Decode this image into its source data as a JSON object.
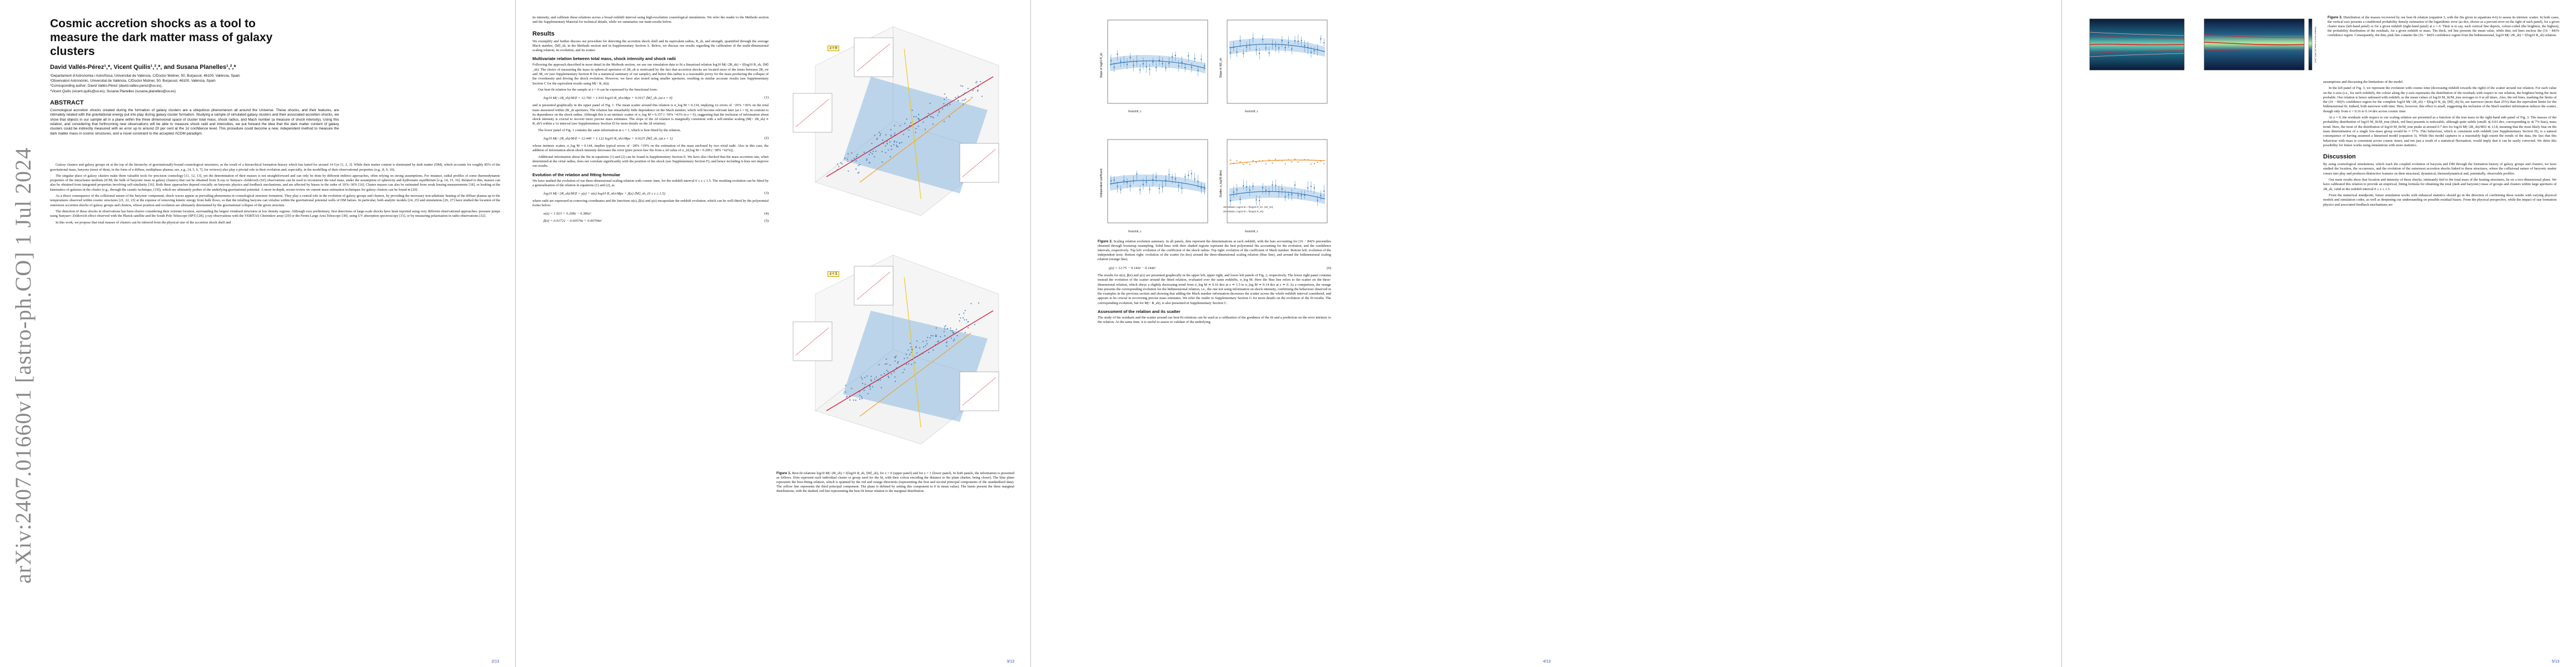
{
  "arxiv_stamp": "arXiv:2407.01660v1  [astro-ph.CO]  1 Jul 2024",
  "page2": {
    "title": "Cosmic accretion shocks as a tool to measure the dark matter mass of galaxy clusters",
    "authors": "David Vallés-Pérez¹,*, Vicent Quilis¹,²,*, and Susana Planelles¹,²,*",
    "affiliations": [
      "¹Departament d'Astronomia i Astrofísica, Universitat de València, C/Doctor Moliner, 50, Burjassot, 46100, València, Spain",
      "²Observatori Astronòmic, Universitat de València, C/Doctor Moliner, 50, Burjassot, 46100, València, Spain",
      "*Corresponding author: David Vallés-Pérez (david.valles-perez@uv.es),",
      "*Vicent Quilis (vicent.quilis@uv.es), Susana Planelles (susana.planelles@uv.es)"
    ],
    "abstract_heading": "ABSTRACT",
    "abstract": "Cosmological accretion shocks created during the formation of galaxy clusters are a ubiquitous phenomenon all around the Universe. These shocks, and their features, are intimately related with the gravitational energy put into play during galaxy cluster formation. Studying a sample of simulated galaxy clusters and their associated accretion shocks, we show that objects in our sample all in a plane within the three dimensional space of cluster total mass, shock radius, and Mach number (a measure of shock intensity). Using this relation, and considering that forthcoming new observations will be able to measure shock radii and intensities, we put forward the idea that the dark matter content of galaxy clusters could be indirectly measured with an error up to around 20 per cent at the 1σ confidence level. This procedure could become a new, independent method to measure the dark matter mass in cosmic structures, and a novel constraint to the accepted ΛCDM paradigm.",
    "paragraphs": [
      "Galaxy clusters and galaxy groups sit at the top of the hierarchy of gravitationally-bound cosmological structures, as the result of a hierarchical formation history which has lasted for around 14 Gyr [1, 2, 3]. While their matter content is dominated by dark matter (DM), which accounts for roughly 85% of the gravitational mass, baryons (most of them, in the form of a diffuse, multiphase plasma; see, e.g., [4, 5, 6, 7], for reviews) also play a pivotal role in their evolution and, especially, in the modelling of their observational properties (e.g., 8, 9, 10).",
      "The singular place of galaxy clusters make them valuable tools for precision cosmology [11, 12, 13], yet the determination of their masses is not straightforward and can only be done by different indirect approaches, often relying on strong assumptions. For instance, radial profiles of some thermodynamic properties of the intracluster medium (ICM; the bulk of baryonic mass in galaxy clusters) that can be obtained from X-ray or Sunyaev–Zeldovich (SZ) observations can be used to reconstruct the total mass, under the assumption of sphericity and hydrostatic equilibrium [e.g. 14, 15, 16]. Related to this, masses can also be obtained from integrated properties involving self-similarity [16]. Both these approaches depend crucially on baryonic physics and feedback mechanisms, and are affected by biases in the order of 10%–30% [16]. Cluster masses can also be estimated from weak lensing measurements [18], or looking at the kinematics of galaxies in the cluster (e.g., through the caustic technique, [19]), which are ultimately probes of the underlying gravitational potential. A more in-depth, recent review on current mass estimation techniques for galaxy clusters can be found in [20].",
      "As a direct consequence of the collisional nature of the baryonic component, shock waves appear as prevailing phenomena in cosmological structure formation. They play a central role in the evolution of galaxy groups and clusters, by providing the necessary non-adiabatic heating of the diffuse plasma up to the temperatures observed within cosmic structures [21, 22, 23] at the expense of removing kinetic energy from bulk flows, so that the infalling baryons can virialise within the gravitational potential wells of DM haloes. In particular, both analytic models [24, 25] and simulations [26, 27] have studied the location of the outermost accretion shocks of galaxy groups and clusters, whose position and evolution are ultimately determined by the gravitational collapse of the given structure.",
      "The detection of these shocks in observations has been elusive considering their extreme location, surrounding the largest virialised structures at low density regions. Although very preliminary, first detections of large-scale shocks have been reported using very different observational approaches: pressure jumps using Sunyaev–Zeldovich effect observed with the Planck satellite and the South Pole Telescope (SPT) [28], γ-ray observations with the VERITAS Cherenkov array [29] or the Fermi Large Area Telescope [30], using UV absorption spectroscopy [31], or by measuring polarisation in radio observations [32].",
      "In this work, we propose that total masses of clusters can be inferred from the physical size of the accretion shock shell and"
    ],
    "page_number": "2/13"
  },
  "page3": {
    "intro": "its intensity, and calibrate these relations across a broad redshift interval using high-resolution cosmological simulations. We refer the reader to the Methods section and the Supplementary Material for technical details, while we summarise our main results below.",
    "results_heading": "Results",
    "results_intro": "We exemplify and further discuss our procedure for detecting the accretion shock shell and its equivalent radius, R_sh, and strength, quantified through the average Mach number, ⟨M⟩_sh, in the Methods section and in Supplementary Section A. Below, we discuss our results regarding the calibration of the multi-dimensional scaling relation, its evolution, and its scatter.",
    "sub1": "Multivariate relation between total mass, shock intensity and shock radii",
    "sub1_text": [
      "Following the approach described in more detail in the Methods section, we use our simulation data to fit a linearized relation log10 M(<2R_sh) = f(log10 R_sh, ⟨M⟩_sh). The choice of measuring the mass in spherical apertures of 2R_sh is motivated by the fact that accretion shocks are located most of the times between 2R_vir and 3R_vir (see Supplementary Section B for a statistical summary of our sample), and hence this radius is a reasonable proxy for the mass producing the collapse of the overdensity and driving the shock evolution. However, we have also tested using smaller apertures, resulting in similar accurate results (see Supplementary Section C for the equivalent results using M(< R_sh)).",
      "Our best-fit relation for the sample at z = 0 can be expressed by the functional form:"
    ],
    "eq1": "log10 M(<2R_sh)/M⊙ = 12.760 + 1.910 log10 R_sh/cMpc + 0.0117 ⟨M⟩_sh,   (at z = 0)",
    "eq1_num": "(1)",
    "after_eq1": [
      "and is presented graphically in the upper panel of Fig. 1. The mean scatter around this relation is σ_log M = 0.134, implying 1σ errors of −26% +36% on the total mass measured within 2R_sh apertures. The relation has remarkably little dependence on the Mach number, which will become relevant later (at z = 0), in contrast to its dependence on the shock radius. Although this is an intrinsic scatter of σ_log M ≈ 0.157 (−30% +43% in z = 0), suggesting that the inclusion of information about shock intensity is crucial to recover more precise mass estimates. The slope of the 2d relation is marginally consistent with a self-similar scaling (M(< 2R_sh) ∝ R_sh³) within a 1σ interval (see Supplementary Section D for more details on the 2d relation).",
      "The lower panel of Fig. 1 contains the same information at z = 1, which is best-fitted by the relation,"
    ],
    "eq2": "log10 M(<2R_sh)/M⊙ = 12.440 + 1.122 log10 R_sh/cMpc + 0.0225 ⟨M⟩_sh,   (at z = 1)",
    "eq2_num": "(2)",
    "after_eq2": [
      "whose intrinsic scatter, σ_log M = 0.144, implies typical errors of −28% +39% on the estimation of the mass enclosed by two virial radii. Also in this case, the addition of information about shock intensity decreases the error (pure power-law fits from a 2d value of σ_2d,log M = 0.209 (−38% +62%)).",
      "Additional information about the fits in equations (1) and (2) can be found in Supplementary Section E. We have also checked that the mass accretion rate, when determined at the virial radius, does not correlate significantly with the position of the shock (see Supplementary Section F), and hence including it does not improve our results."
    ],
    "sub2": "Evolution of the relation and fitting formulae",
    "sub2_text": "We have studied the evolution of our three-dimensional scaling relation with cosmic time, for the redshift interval 0 ≤ z ≤ 1.5. The resulting evolution can be fitted by a generalisation of the relation in equations (1) and (2), as",
    "eq3": "log10 M(<2R_sh)/M⊙ = γ(z) + α(z) log10 R_sh/cMpc + β(z) ⟨M⟩_sh,   (0 ≤ z ≤ 1.5)",
    "eq3_num": "(3)",
    "after_eq3": "where radii are expressed in comoving coordinates and the functions α(z), β(z) and γ(z) encapsulate the redshift evolution, which can be well-fitted by the polynomial forms below:",
    "eq4": "α(z) = 1.923 + 0.208z − 0.386z²",
    "eq4_num": "(4)",
    "eq5": "β(z) = 0.01721 − 0.00574z + 0.00704z²",
    "eq5_num": "(5)",
    "fig1_caption_label": "Figure 1.",
    "fig1_caption": "Best-fit relations log10 M(<2R_sh) = f(log10 R_sh, ⟨M⟩_sh), for z = 0 (upper panel) and for z = 1 (lower panel). In both panels, the information is presented as follows. Dots represent each individual cluster or group used for the fit, with their colour encoding the distance to the plane (darker, being closer). The blue plane represents the best-fitting relation, which is spanned by the red and orange directions (representing the first and second principal components of the standardised data). The yellow line represents the third principal component. The plane is defined by setting this component to 0 in mean value). The insets present the three marginal distributions, with the dashed, red line representing the best-fit linear relation to the marginal distribution.",
    "panel_z0": "z = 0",
    "panel_z1": "z = 1",
    "page_number": "3/13"
  },
  "page4": {
    "fig2_caption_label": "Figure 2.",
    "fig2_caption": "Scaling relation evolution summary. In all panels, dots represent the determinations at each redshift, with the bars accounting for (16 − 84)% percentiles obtained through bootstrap resampling. Solid lines with their shaded regions represent the best polynomial fits accounting for the evolution, and the confidence intervals, respectively. Top left: evolution of the coefficient of the shock radius. Top right: evolution of the coefficient of Mach number. Bottom left: evolution of the independent term. Bottom right: evolution of the scatter (in dex) around the three-dimensional scaling relation (blue line), and around the bidimensional scaling relation (orange line).",
    "eq6": "γ(z) = 12.75 − 0.143z − 0.144z²",
    "eq6_num": "(6)",
    "para1": "The results for α(z), β(z) and γ(z) are presented graphically in the upper left, upper right, and lower left panels of Fig. 2, respectively. The lower right panel contains instead the evolution of the scatter around the fitted relation, evaluated over the same redshifts, σ_log M. Here the blue line refers to the scatter on the three-dimensional relation, which obeys a slightly decreasing trend from σ_log M ≃ 0.16 dex at z ≃ 1.5 to σ_log M ≃ 0.14 dex at z ≃ 0. As a comparison, the orange line presents the corresponding evolution for the bidimensional relation, i.e., the one not using information on shock intensity, confirming the behaviour observed in the examples in the previous section and showing that adding the Mach number information decreases the scatter across the whole redshift interval considered, and appears to be crucial in recovering precise mass estimates. We refer the reader to Supplementary Section G for more details on the evolution of the fit results. The corresponding evolution, but for M(< R_sh), is also presented in Supplementary Section C.",
    "sub": "Assessment of the relation and its scatter",
    "para2": "The study of the residuals and the scatter around our best-fit relations can be used as a calibration of the goodness of the fit and a prediction on the error intrinsic to the relation. At the same time, it is useful to assess to validate of the underlying",
    "ylabels": [
      "Slope of log10 R_sh",
      "Slope of ⟨M⟩_sh",
      "Independent coefficient",
      "Scatter, σ_log M (dex)"
    ],
    "xlabel": "Redshift, z",
    "legend": [
      "3D relation, log10 M = f(log10 R_sh, ⟨M⟩_sh)",
      "2D relation, log10 M = f(log10 R_sh)"
    ],
    "page_number": "4/13"
  },
  "page5": {
    "colorbar_label": "Relative error in mass (M_fit/M_true)",
    "fig3_caption_label": "Figure 3.",
    "fig3_caption": "Distribution of the masses recovered by our best-fit relation (equation 3, with the fits given in equations 4-6) to assess its intrinsic scatter. In both cases, the vertical axis presents a conditional probability density estimation of the logarithmic error (as dex, shown as a percent error on the right of each panel), for a given cluster mass (left-hand panel) or for a given redshift (right-hand panel) at z = 0. Their is to say, each vertical line depicts, colour-coded (the brightest, the highest), the probability distribution of the residuals, for a given redshift or mass. The thick, red line presents the mean value, while thin, red lines enclose the (16 − 84)% confidence region. Consequently, the thin, pink line contains the (16 − 84)% confidence region from the bidimensional, log10 M(<2R_sh) = f(log10 R_sh) relation.",
    "para1": "assumptions and discussing the limitations of the model.",
    "para2": "In the left panel of Fig. 3, we represent the evolution with cosmic time (decreasing redshift towards the right) of the scatter around our relation. For each value on the x-axis (i.e., for each redshift), the colour along the y-axis represents the distribution of the residuals with respect to our relation, the brightest being the most probable. Our relation is hence unbiased with redshift, as the mean values of log10 M_fit/M_true averages to 0 at all times. Also, the red lines, marking the limits of the (16 − 84)% confidence region for the complete log10 M(<2R_sh) = f(log10 R_sh, ⟨M⟩_sh) fit, are narrower (more than 25%) than the equivalent limits for the bidimensional fit. Indeed, both narrower with time. Here, however, this effect is small, suggesting the inclusion of the Mach number information reduces the scatter, though only from σ = 0.16 to 0.14 dex across cosmic time.",
    "para3": "At z = 0, the residuals with respect to our scaling relation are presented as a function of the true mass in the right-hand side panel of Fig. 3. The masses of the probability distribution of log10 M_fit/M_true (thick, red line) presents is noticeable, although quite subtle (small; ≲ 0.03 dex, corresponding to ≲ 7% bias), mass trend. Here, the most of the distribution of log10 M_fit/M_true peaks at around 0.7 dex for log10 M(<2R_sh)/M⊙ ≲ 13.8, meaning that the most likely bias on the mass determination of a single low-mass group would be ≈ 17%. This behaviour, which is consistent with redshift (see Supplementary Section H), is a natural consequence of having assumed a linearised model (equation 3). While this model captures to a reasonably high extent the trends of the data, the fact that this behaviour with mass is consistent across cosmic times, and not just a result of a statistical fluctuation, would imply that it can be easily corrected. We defer this possibility for future works using simulations with more statistics.",
    "discussion_heading": "Discussion",
    "discussion": [
      "By using cosmological simulations, which track the coupled evolution of baryons and DM through the formation history of galaxy groups and clusters, we have studied the location, the occurrence, and the evolution of the outermost accretion shocks linked to these structures, where the collisional nature of baryonic matter comes into play and produces distinctive features on their structural, dynamical, thermodynamical and, potentially, observable profiles.",
      "Our main results show that location and intensity of these shocks, intimately tied to the total mass of the hosting structures, lie on a two-dimensional plane. We have calibrated this relation to provide an empirical, fitting formula for obtaining the total (dark and baryonic) mass of groups and clusters within large apertures of 2R_sh, valid in the redshift interval 0 ≤ z ≤ 1.5.",
      "From the numerical standpoint, future simulation works with enhanced statistics should go in the direction of confirming these results with varying physical models and simulation codes, as well as deepening our understanding on possible residual biases. From the physical perspective, while the impact of star formation physics and associated feedback mechanisms are"
    ],
    "page_number": "5/13"
  }
}
